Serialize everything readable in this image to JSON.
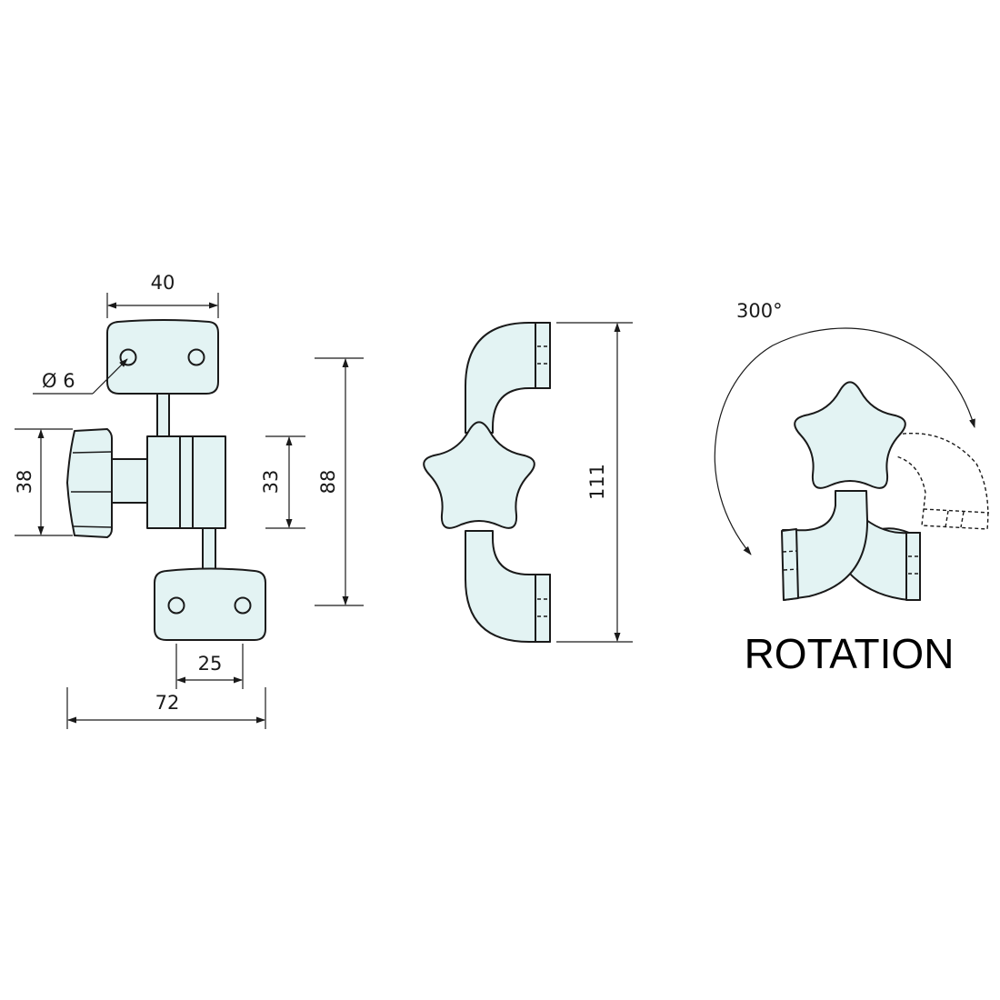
{
  "dimensions": {
    "top_plate_width": "40",
    "hole_diameter": "Ø 6",
    "knob_height": "38",
    "clamp_height": "33",
    "plate_span": "88",
    "bottom_plate_hole_spacing": "25",
    "overall_width": "72",
    "side_view_height": "111",
    "rotation_angle": "300°"
  },
  "labels": {
    "rotation": "ROTATION"
  },
  "colors": {
    "part_fill": "#e3f3f3",
    "line": "#1a1a1a"
  }
}
